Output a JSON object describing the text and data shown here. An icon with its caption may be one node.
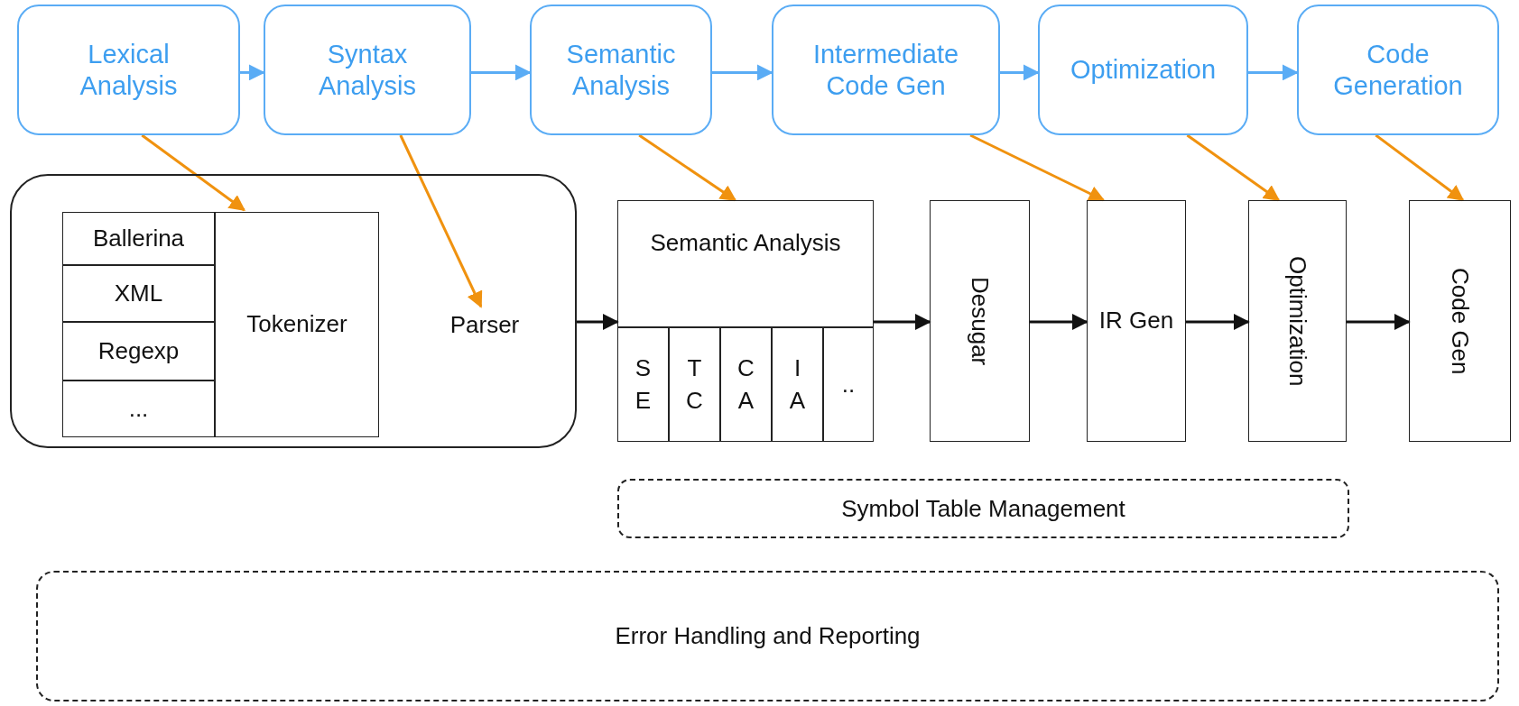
{
  "diagram": {
    "nodes": [
      {
        "text": [
          "Lexical Analysis"
        ]
      },
      {
        "text": [
          "Syntax Analysis"
        ]
      },
      {
        "text": [
          "Semantic Analysis"
        ]
      },
      {
        "text": [
          "Intermediate Code Gen"
        ]
      },
      {
        "text": [
          "Optimization"
        ]
      },
      {
        "text": [
          "Code Generation"
        ]
      },
      {
        "text": [],
        "shape": "box"
      },
      {
        "text": [
          "Ballerina"
        ],
        "in": 6
      },
      {
        "text": [
          "XML"
        ],
        "in": 6
      },
      {
        "text": [
          "Regexp"
        ],
        "in": 6
      },
      {
        "text": [
          "..."
        ],
        "in": 6
      },
      {
        "text": [
          "Tokenizer"
        ],
        "in": 6
      },
      {
        "text": [
          "Parser"
        ],
        "in": 6
      },
      {
        "text": [
          "Semantic Analysis"
        ]
      },
      {
        "text": [
          "S E"
        ]
      },
      {
        "text": [
          "T C"
        ]
      },
      {
        "text": [
          "C A"
        ]
      },
      {
        "text": [
          "I A"
        ]
      },
      {
        "text": [
          ".."
        ]
      },
      {
        "text": [
          "Desugar"
        ]
      },
      {
        "text": [
          "IR Gen"
        ]
      },
      {
        "text": [
          "Optimization"
        ]
      },
      {
        "text": [
          "Code Gen"
        ]
      },
      {
        "text": [
          "Symbol Table Management"
        ]
      },
      {
        "text": [
          "Error Handling and Reporting"
        ]
      }
    ],
    "edges": [
      {
        "from": 0,
        "to": 1,
        "arrow": "to",
        "color": "#5aacf5"
      },
      {
        "from": 1,
        "to": 2,
        "arrow": "to",
        "color": "#5aacf5"
      },
      {
        "from": 2,
        "to": 3,
        "arrow": "to",
        "color": "#5aacf5"
      },
      {
        "from": 3,
        "to": 4,
        "arrow": "to",
        "color": "#5aacf5"
      },
      {
        "from": 4,
        "to": 5,
        "arrow": "to",
        "color": "#5aacf5"
      },
      {
        "from": 0,
        "to": 11,
        "arrow": "to",
        "color": "#f0920f"
      },
      {
        "from": 1,
        "to": 12,
        "arrow": "to",
        "color": "#f0920f"
      },
      {
        "from": 2,
        "to": 13,
        "arrow": "to",
        "color": "#f0920f"
      },
      {
        "from": 3,
        "to": 20,
        "arrow": "to",
        "color": "#f0920f"
      },
      {
        "from": 4,
        "to": 21,
        "arrow": "to",
        "color": "#f0920f"
      },
      {
        "from": 5,
        "to": 22,
        "arrow": "to",
        "color": "#f0920f"
      },
      {
        "from": 6,
        "to": 13,
        "arrow": "to",
        "color": "#111111"
      },
      {
        "from": 13,
        "to": 19,
        "arrow": "to",
        "color": "#111111"
      },
      {
        "from": 19,
        "to": 20,
        "arrow": "to",
        "color": "#111111"
      },
      {
        "from": 20,
        "to": 21,
        "arrow": "to",
        "color": "#111111"
      },
      {
        "from": 21,
        "to": 22,
        "arrow": "to",
        "color": "#111111"
      }
    ]
  }
}
